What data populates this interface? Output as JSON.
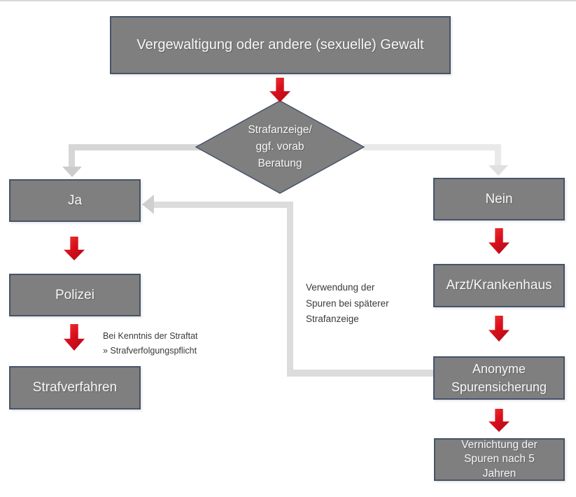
{
  "flowchart": {
    "title": "Vergewaltigung oder andere (sexuelle) Gewalt",
    "decision": {
      "line1": "Strafanzeige/",
      "line2": "ggf. vorab",
      "line3": "Beratung"
    },
    "nodes": {
      "ja": "Ja",
      "nein": "Nein",
      "polizei": "Polizei",
      "strafverfahren": "Strafverfahren",
      "arzt_krankenhaus": "Arzt/Krankenhaus",
      "anonyme_line1": "Anonyme",
      "anonyme_line2": "Spurensicherung",
      "vernichtung_line1": "Vernichtung der",
      "vernichtung_line2": "Spuren nach 5",
      "vernichtung_line3": "Jahren"
    },
    "annotations": {
      "pflicht_line1": "Bei Kenntnis der Straftat",
      "pflicht_line2": "» Strafverfolgungspflicht",
      "verwendung_line1": "Verwendung der",
      "verwendung_line2": "Spuren bei späterer",
      "verwendung_line3": "Strafanzeige"
    },
    "colors": {
      "node_fill": "#7f7f7f",
      "node_border": "#44546a",
      "node_text": "#f7f7f7",
      "red_arrow": "#da0f1d",
      "connector_gray": "#d6d6d6",
      "connector_light_gray": "#e9e9e9",
      "feedback_gray": "#dcdcdc",
      "annotation_text": "#3a3a3a",
      "top_rule": "#d9d9d9"
    }
  }
}
